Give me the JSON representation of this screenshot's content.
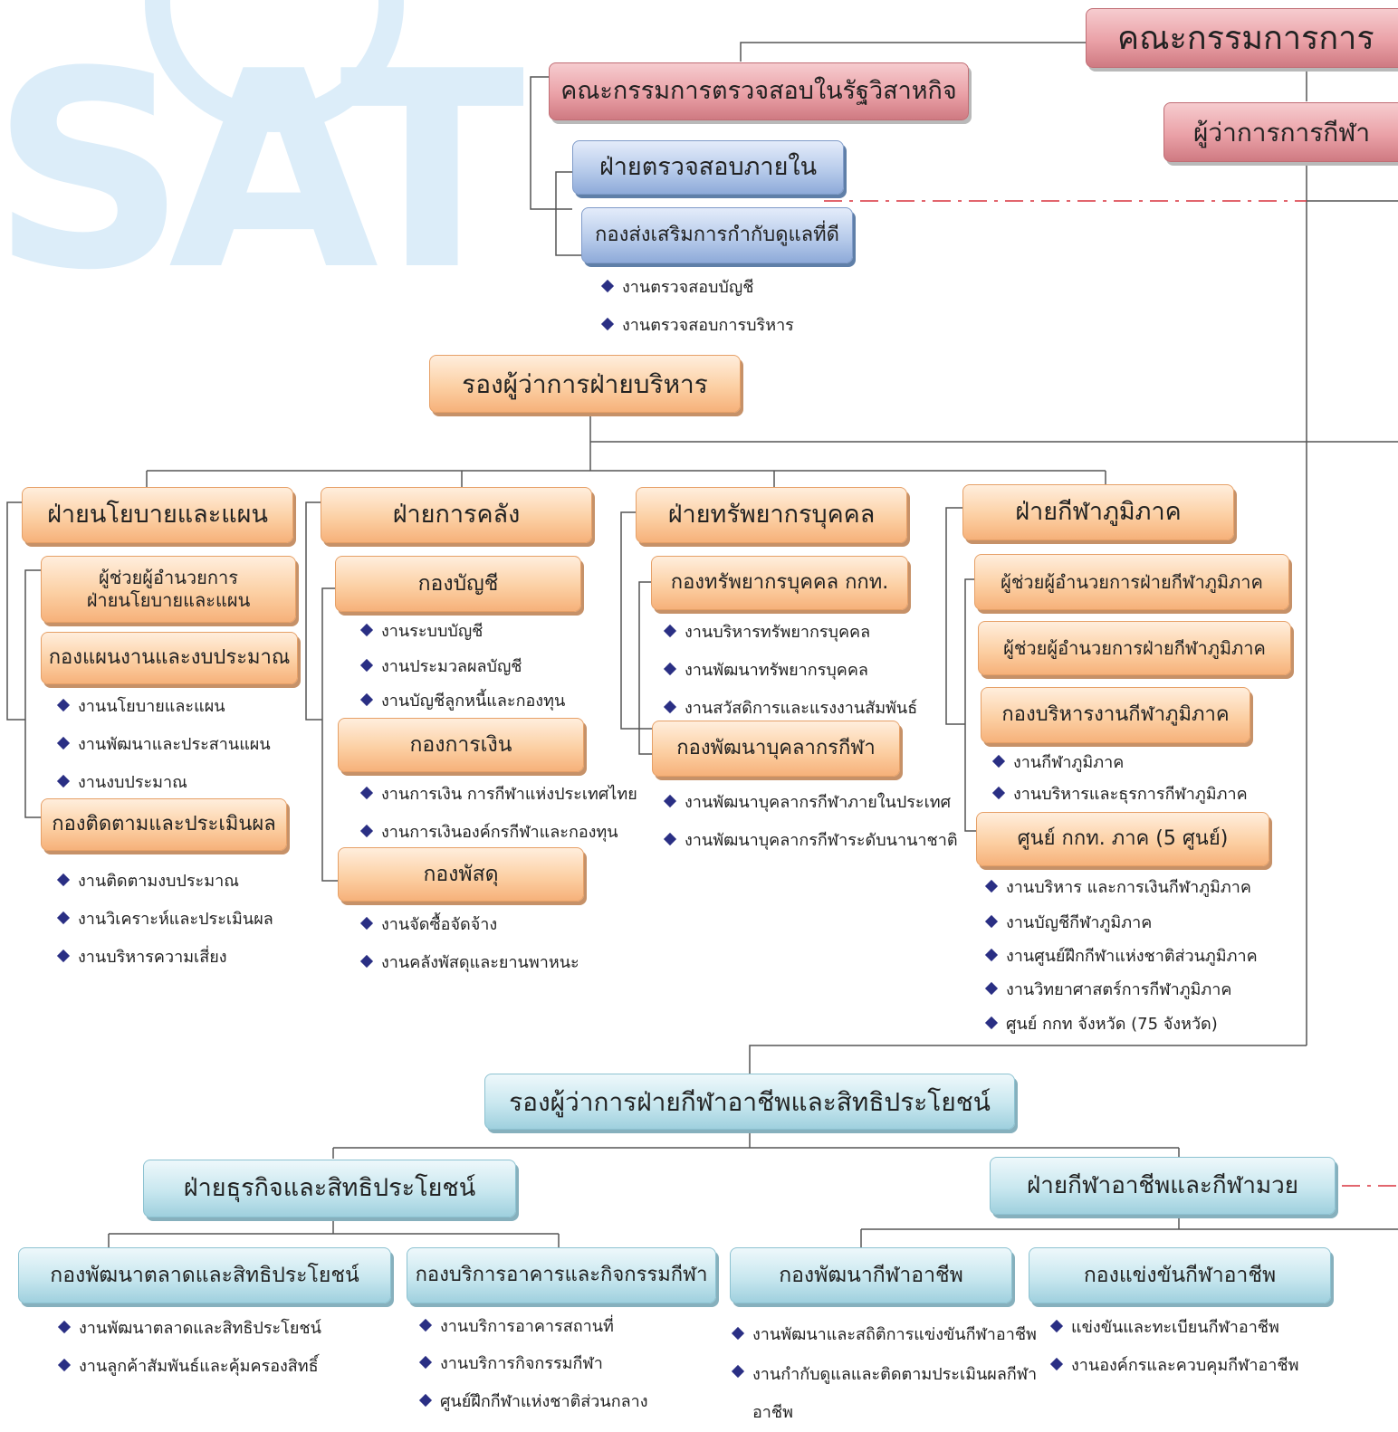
{
  "top": {
    "board": "คณะกรรมการการ",
    "audit_committee": "คณะกรรมการตรวจสอบในรัฐวิสาหกิจ",
    "governor": "ผู้ว่าการการกีฬา",
    "internal_audit": "ฝ่ายตรวจสอบภายใน",
    "good_governance": "กองส่งเสริมการกำกับดูแลที่ดี",
    "audit_items": [
      "งานตรวจสอบบัญชี",
      "งานตรวจสอบการบริหาร"
    ]
  },
  "admin": {
    "deputy": "รองผู้ว่าการฝ่ายบริหาร",
    "policy": {
      "title": "ฝ่ายนโยบายและแผน",
      "assistant_line1": "ผู้ช่วยผู้อำนวยการ",
      "assistant_line2": "ฝ่ายนโยบายและแผน",
      "plan_budget": "กองแผนงานและงบประมาณ",
      "plan_items": [
        "งานนโยบายและแผน",
        "งานพัฒนาและประสานแผน",
        "งานงบประมาณ"
      ],
      "monitor": "กองติดตามและประเมินผล",
      "monitor_items": [
        "งานติดตามงบประมาณ",
        "งานวิเคราะห์และประเมินผล",
        "งานบริหารความเสี่ยง"
      ]
    },
    "finance": {
      "title": "ฝ่ายการคลัง",
      "accounting": "กองบัญชี",
      "accounting_items": [
        "งานระบบบัญชี",
        "งานประมวลผลบัญชี",
        "งานบัญชีลูกหนี้และกองทุน"
      ],
      "money": "กองการเงิน",
      "money_items": [
        "งานการเงิน การกีฬาแห่งประเทศไทย",
        "งานการเงินองค์กรกีฬาและกองทุน"
      ],
      "supplies": "กองพัสดุ",
      "supplies_items": [
        "งานจัดซื้อจัดจ้าง",
        "งานคลังพัสดุและยานพาหนะ"
      ]
    },
    "hr": {
      "title": "ฝ่ายทรัพยากรบุคคล",
      "hr_div": "กองทรัพยากรบุคคล กกท.",
      "hr_items": [
        "งานบริหารทรัพยากรบุคคล",
        "งานพัฒนาทรัพยากรบุคคล",
        "งานสวัสดิการและแรงงานสัมพันธ์"
      ],
      "dev_div": "กองพัฒนาบุคลากรกีฬา",
      "dev_items": [
        "งานพัฒนาบุคลากรกีฬาภายในประเทศ",
        "งานพัฒนาบุคลากรกีฬาระดับนานาชาติ"
      ]
    },
    "regional": {
      "title": "ฝ่ายกีฬาภูมิภาค",
      "assistant1": "ผู้ช่วยผู้อำนวยการฝ่ายกีฬาภูมิภาค",
      "assistant2": "ผู้ช่วยผู้อำนวยการฝ่ายกีฬาภูมิภาค",
      "admin_div": "กองบริหารงานกีฬาภูมิภาค",
      "admin_items": [
        "งานกีฬาภูมิภาค",
        "งานบริหารและธุรการกีฬาภูมิภาค"
      ],
      "centers": "ศูนย์ กกท. ภาค (5 ศูนย์)",
      "center_items": [
        "งานบริหาร และการเงินกีฬาภูมิภาค",
        "งานบัญชีกีฬาภูมิภาค",
        "งานศูนย์ฝึกกีฬาแห่งชาติส่วนภูมิภาค",
        "งานวิทยาศาสตร์การกีฬาภูมิภาค",
        "ศูนย์ กกท  จังหวัด (75 จังหวัด)"
      ]
    }
  },
  "pro": {
    "deputy": "รองผู้ว่าการฝ่ายกีฬาอาชีพและสิทธิประโยชน์",
    "business": {
      "title": "ฝ่ายธุรกิจและสิทธิประโยชน์",
      "marketing": "กองพัฒนาตลาดและสิทธิประโยชน์",
      "marketing_items": [
        "งานพัฒนาตลาดและสิทธิประโยชน์",
        "งานลูกค้าสัมพันธ์และคุ้มครองสิทธิ์"
      ],
      "facilities": "กองบริการอาคารและกิจกรรมกีฬา",
      "facilities_items": [
        "งานบริการอาคารสถานที่",
        "งานบริการกิจกรรมกีฬา",
        "ศูนย์ฝึกกีฬาแห่งชาติส่วนกลาง"
      ]
    },
    "professional": {
      "title": "ฝ่ายกีฬาอาชีพและกีฬามวย",
      "pro_dev": "กองพัฒนากีฬาอาชีพ",
      "pro_dev_items": [
        "งานพัฒนาและสถิติการแข่งขันกีฬาอาชีพ",
        "งานกำกับดูแลและติดตามประเมินผลกีฬาอาชีพ"
      ],
      "pro_comp": "กองแข่งขันกีฬาอาชีพ",
      "pro_comp_items": [
        "แข่งขันและทะเบียนกีฬาอาชีพ",
        "งานองค์กรและควบคุมกีฬาอาชีพ"
      ]
    }
  },
  "watermark": "SAT",
  "colors": {
    "line": "#555555",
    "dash": "#d9333f",
    "bullet": "#2a2f84"
  }
}
